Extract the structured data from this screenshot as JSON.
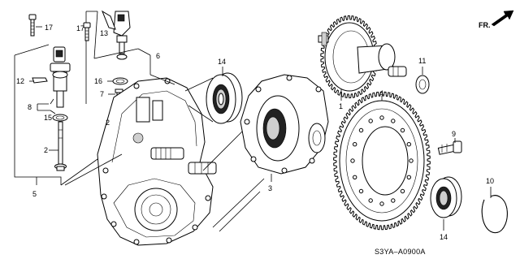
{
  "diagram": {
    "orientation_label": "FR.",
    "figure_code": "S3YA–A0900A",
    "callouts": {
      "c1": "1",
      "c2a": "2",
      "c2b": "2",
      "c3": "3",
      "c4": "4",
      "c5": "5",
      "c6": "6",
      "c7": "7",
      "c8": "8",
      "c9": "9",
      "c10": "10",
      "c11": "11",
      "c12": "12",
      "c13": "13",
      "c14a": "14",
      "c14b": "14",
      "c15": "15",
      "c16": "16",
      "c17a": "17",
      "c17b": "17"
    }
  }
}
